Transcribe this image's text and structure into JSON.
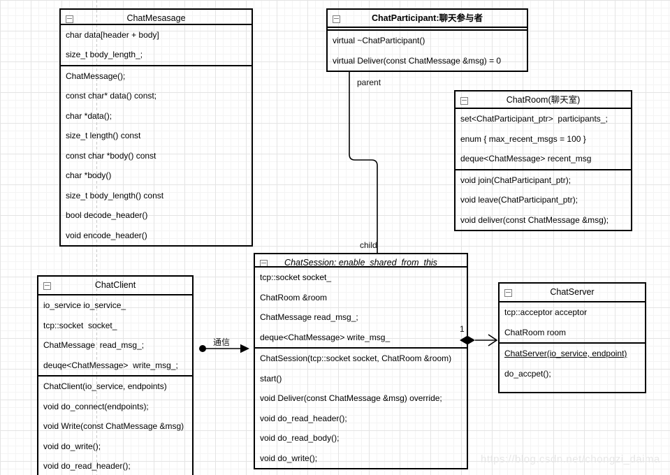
{
  "icons": {
    "collapse_icon": "minus-square"
  },
  "colors": {
    "box_border": "#000000",
    "grid_minor": "#f4f4f4",
    "grid_major": "#e4e4e4",
    "guide_dashed": "#c9c9c9",
    "watermark": "#e7e7e7"
  },
  "labels": {
    "parent": "parent",
    "child": "child",
    "communication": "通信",
    "multiplicity": "1"
  },
  "watermark": {
    "text": "https://blog.csdn.net/chongzi_daima"
  },
  "classes": {
    "chatMessage": {
      "title": "ChatMesasage",
      "fields": [
        "char data[header + body]",
        "size_t body_length_;"
      ],
      "methods": [
        "ChatMessage();",
        "const char* data() const;",
        "char *data();",
        "size_t length() const",
        "const char *body() const",
        "char *body()",
        "size_t body_length() const",
        "bool decode_header()",
        "void encode_header()"
      ]
    },
    "chatParticipant": {
      "title": "ChatParticipant:聊天参与者",
      "methods": [
        "virtual ~ChatParticipant()",
        "virtual Deliver(const ChatMessage &msg) = 0"
      ]
    },
    "chatRoom": {
      "title": "ChatRoom(聊天室)",
      "fields": [
        "set<ChatParticipant_ptr>  participants_;",
        "enum { max_recent_msgs = 100 }",
        "deque<ChatMessage> recent_msg"
      ],
      "methods": [
        "void join(ChatParticipant_ptr);",
        "void leave(ChatParticipant_ptr);",
        "void deliver(const ChatMessage &msg);"
      ]
    },
    "chatSession": {
      "title": "ChatSession: enable_shared_from_this",
      "fields": [
        "tcp::socket socket_",
        "ChatRoom &room",
        "ChatMessage read_msg_;",
        "deque<ChatMessage> write_msg_"
      ],
      "methods": [
        "ChatSession(tcp::socket socket, ChatRoom &room)",
        "start()",
        "void Deliver(const ChatMessage &msg) override;",
        "void do_read_header();",
        "void do_read_body();",
        "void do_write();"
      ]
    },
    "chatClient": {
      "title": "ChatClient",
      "fields": [
        "io_service io_service_",
        "tcp::socket  socket_",
        "ChatMessage  read_msg_;",
        "deuqe<ChatMessage>  write_msg_;"
      ],
      "methods": [
        "ChatClient(io_service, endpoints)",
        "void do_connect(endpoints);",
        "void Write(const ChatMessage &msg)",
        "void do_write();",
        "void do_read_header();"
      ]
    },
    "chatServer": {
      "title": "ChatServer",
      "fields": [
        "tcp::acceptor acceptor",
        "ChatRoom room"
      ],
      "methods": [
        "ChatServer(io_service, endpoint)",
        "do_accpet();"
      ]
    }
  }
}
